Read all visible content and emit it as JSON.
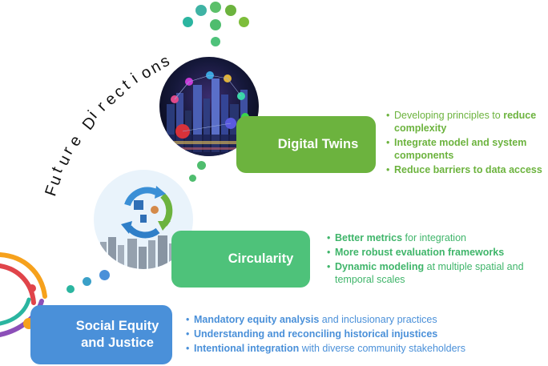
{
  "curved_title": [
    "F",
    "u",
    "t",
    "u",
    "r",
    "e",
    " ",
    "D",
    "i",
    "r",
    "e",
    "c",
    "t",
    "i",
    "o",
    "n",
    "s"
  ],
  "colors": {
    "green_dark": "#6cb33e",
    "green_light": "#4ec27a",
    "blue": "#4a90d9",
    "teal": "#2bb5a0"
  },
  "digital_twins": {
    "label": "Digital Twins",
    "bullets": [
      {
        "plain_before": "Developing principles to ",
        "bold": "reduce complexity",
        "plain_after": ""
      },
      {
        "plain_before": "",
        "bold": "Integrate model and system components",
        "plain_after": ""
      },
      {
        "plain_before": "",
        "bold": "Reduce barriers to data access",
        "plain_after": ""
      }
    ]
  },
  "circularity": {
    "label": "Circularity",
    "bullets": [
      {
        "plain_before": "",
        "bold": "Better metrics",
        "plain_after": " for integration"
      },
      {
        "plain_before": "",
        "bold": "More robust evaluation frameworks",
        "plain_after": ""
      },
      {
        "plain_before": "",
        "bold": "Dynamic modeling",
        "plain_after": " at multiple spatial and temporal scales"
      }
    ]
  },
  "social_equity": {
    "label_line1": "Social Equity",
    "label_line2": "and Justice",
    "bullets": [
      {
        "plain_before": "",
        "bold": "Mandatory equity analysis",
        "plain_after": " and inclusionary practices"
      },
      {
        "plain_before": "",
        "bold": "Understanding and reconciling historical injustices",
        "plain_after": ""
      },
      {
        "plain_before": "",
        "bold": "Intentional integration",
        "plain_after": " with diverse community stakeholders"
      }
    ]
  }
}
